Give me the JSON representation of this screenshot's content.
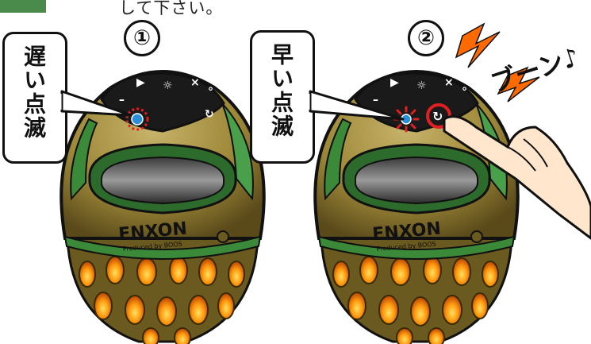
{
  "header": {
    "instruction_tail": "して下さい。"
  },
  "steps": [
    {
      "number": "①",
      "label": "遅い点滅"
    },
    {
      "number": "②",
      "label": "早い点滅"
    }
  ],
  "sound_effect": "ブーン♪",
  "speaker": {
    "brand": "ENXON",
    "subbrand": "Produced by BOOS"
  },
  "colors": {
    "green_tab": "#4a8a4a",
    "body_gold": "#a08a3c",
    "led_blue": "#2a8fd8",
    "highlight_red": "#e02020",
    "warning_orange": "#ff6a00"
  }
}
